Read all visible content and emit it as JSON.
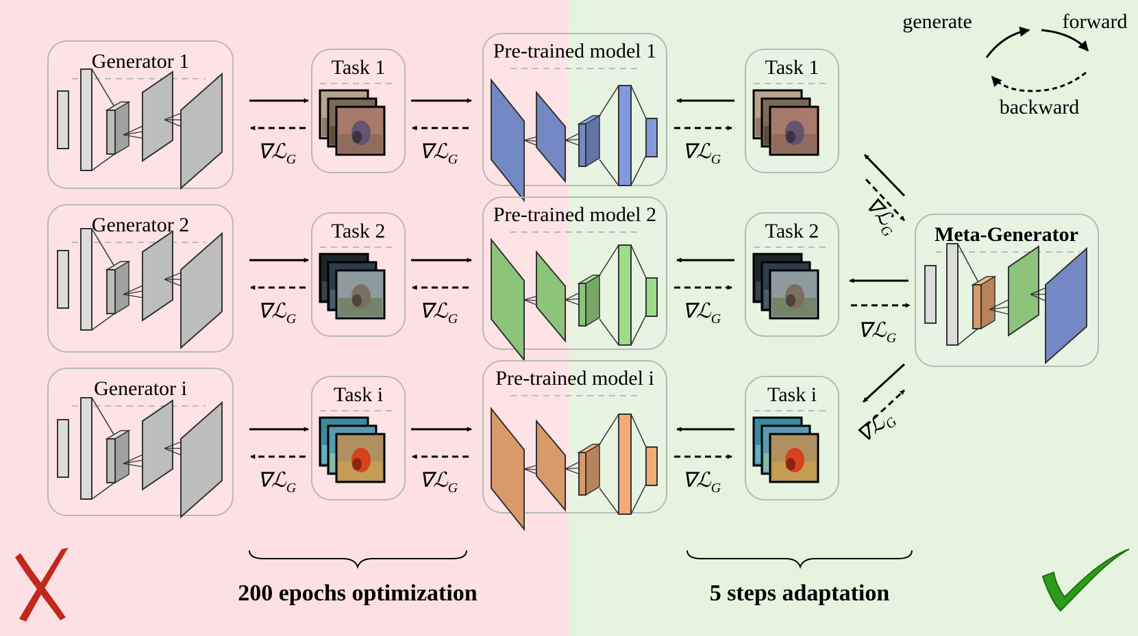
{
  "left_panel": {
    "generators": [
      {
        "title": "Generator 1"
      },
      {
        "title": "Generator 2"
      },
      {
        "title": "Generator i"
      }
    ],
    "tasks": [
      {
        "title": "Task 1"
      },
      {
        "title": "Task 2"
      },
      {
        "title": "Task i"
      }
    ],
    "caption": "200 epochs optimization",
    "status_icon": "cross-mark-icon",
    "status_color": "#c0291c"
  },
  "right_panel": {
    "tasks": [
      {
        "title": "Task 1"
      },
      {
        "title": "Task 2"
      },
      {
        "title": "Task i"
      }
    ],
    "caption": "5 steps adaptation",
    "status_icon": "check-mark-icon",
    "status_color": "#2e9a1c",
    "meta_generator": {
      "title": "Meta-Generator"
    }
  },
  "pretrained_models": [
    {
      "title": "Pre-trained model 1",
      "color": "#7489c4"
    },
    {
      "title": "Pre-trained model 2",
      "color": "#8cc47a"
    },
    {
      "title": "Pre-trained model i",
      "color": "#d99a6b"
    }
  ],
  "gradient_label": "∇ℒ",
  "gradient_subscript": "G",
  "legend": {
    "generate": "generate",
    "forward": "forward",
    "backward": "backward"
  },
  "colors": {
    "left_background": "#fde0e3",
    "right_background": "#e6f3df",
    "generator_layers": "#b9b9b9",
    "meta_orange": "#d99a6b",
    "meta_green": "#8cc47a",
    "meta_blue": "#7489c4"
  }
}
